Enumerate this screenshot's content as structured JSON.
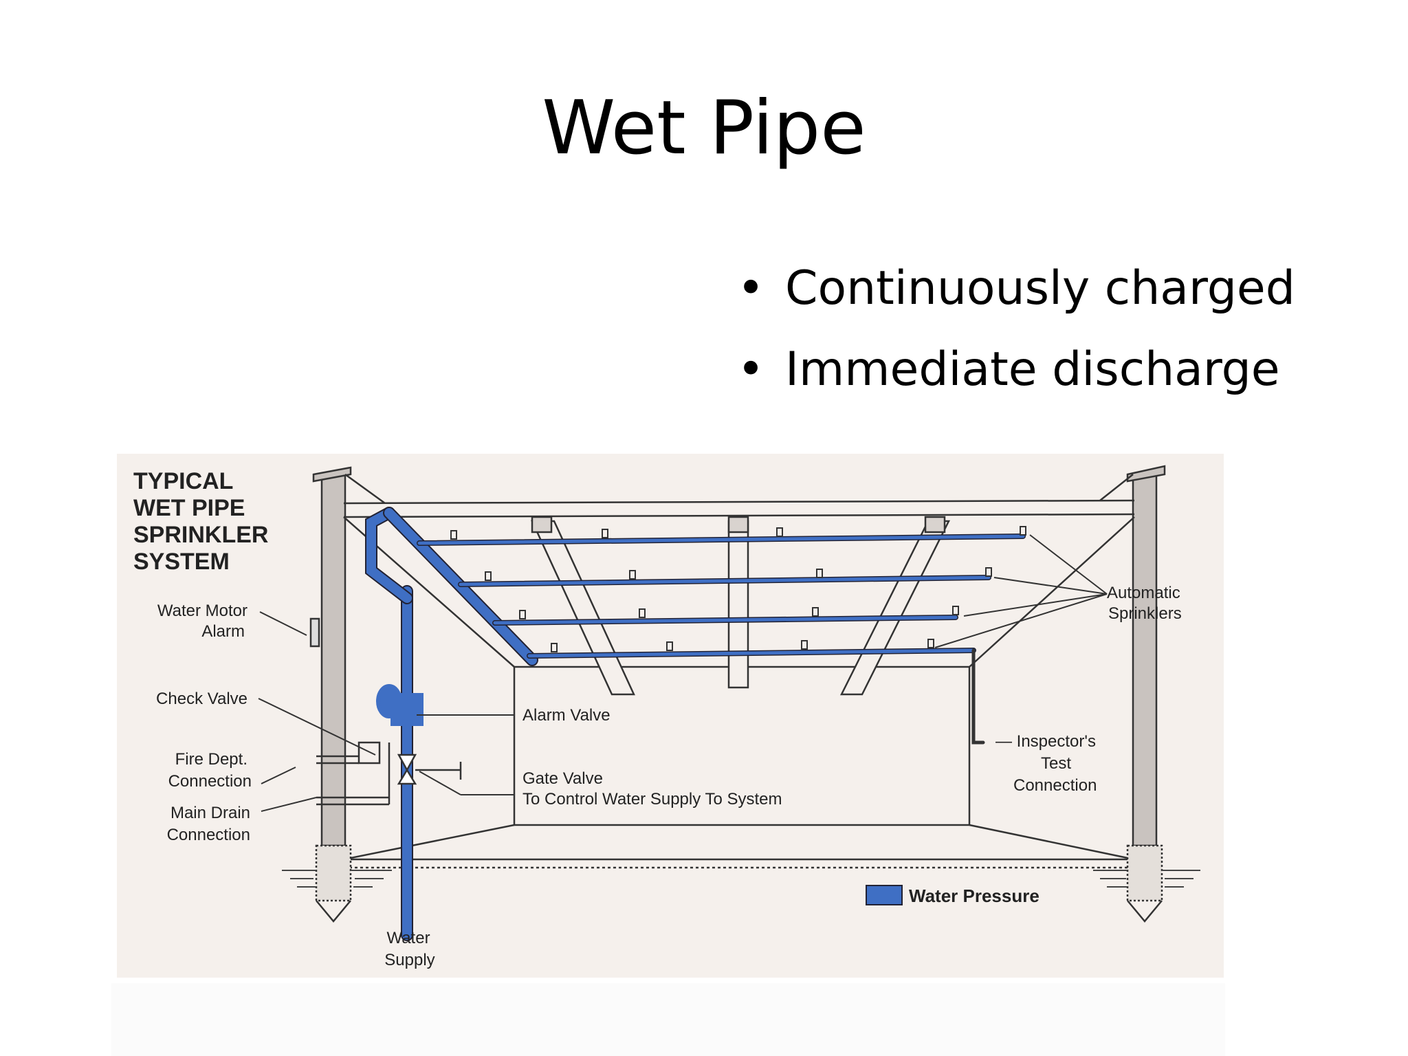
{
  "slide": {
    "title": "Wet Pipe",
    "bullets": [
      "Continuously charged",
      "Immediate discharge"
    ]
  },
  "figure": {
    "heading": [
      "TYPICAL",
      "WET PIPE",
      "SPRINKLER",
      "SYSTEM"
    ],
    "labels": {
      "water_motor_alarm": [
        "Water Motor",
        "Alarm"
      ],
      "check_valve": "Check Valve",
      "fire_dept_connection": [
        "Fire Dept.",
        "Connection"
      ],
      "main_drain_connection": [
        "Main Drain",
        "Connection"
      ],
      "alarm_valve": "Alarm Valve",
      "gate_valve": [
        "Gate Valve",
        "To Control Water Supply To System"
      ],
      "water_supply": [
        "Water",
        "Supply"
      ],
      "automatic_sprinklers": [
        "Automatic",
        "Sprinklers"
      ],
      "inspectors_test": [
        "— Inspector's",
        "Test",
        "Connection"
      ],
      "legend": "Water Pressure"
    },
    "colors": {
      "water_pipe": "#3f6fc4",
      "line": "#333333",
      "post": "#c9c3bf",
      "background": "#f5f0ec"
    }
  }
}
